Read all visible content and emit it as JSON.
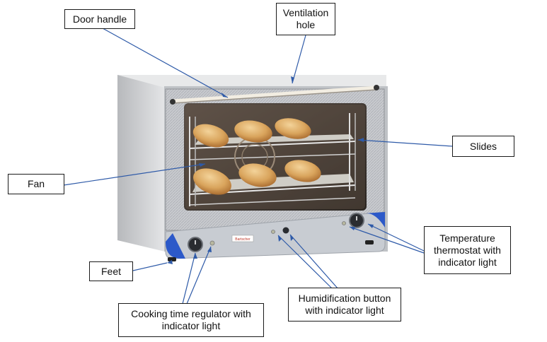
{
  "labels": {
    "door_handle": "Door handle",
    "ventilation_hole": "Ventilation\nhole",
    "slides": "Slides",
    "fan": "Fan",
    "temperature_thermostat": "Temperature\nthermostat with\nindicator light",
    "feet": "Feet",
    "humidification_button": "Humidification button\nwith indicator light",
    "cooking_time_regulator": "Cooking time regulator with\nindicator light"
  },
  "oven_brand_text": "Bartscher",
  "colors": {
    "leader_line": "#2e5aa8",
    "box_border": "#1a1a1a",
    "oven_body": "#d9dadc",
    "oven_body_dark": "#a9abae",
    "door_frame": "#b9bcc0",
    "window": "#3a3430",
    "bread": "#d9a45c",
    "tray": "#c8c6c0",
    "control_panel": "#c7cbd1",
    "knob": "#2a2c30",
    "accent_blue": "#2c59c9"
  }
}
